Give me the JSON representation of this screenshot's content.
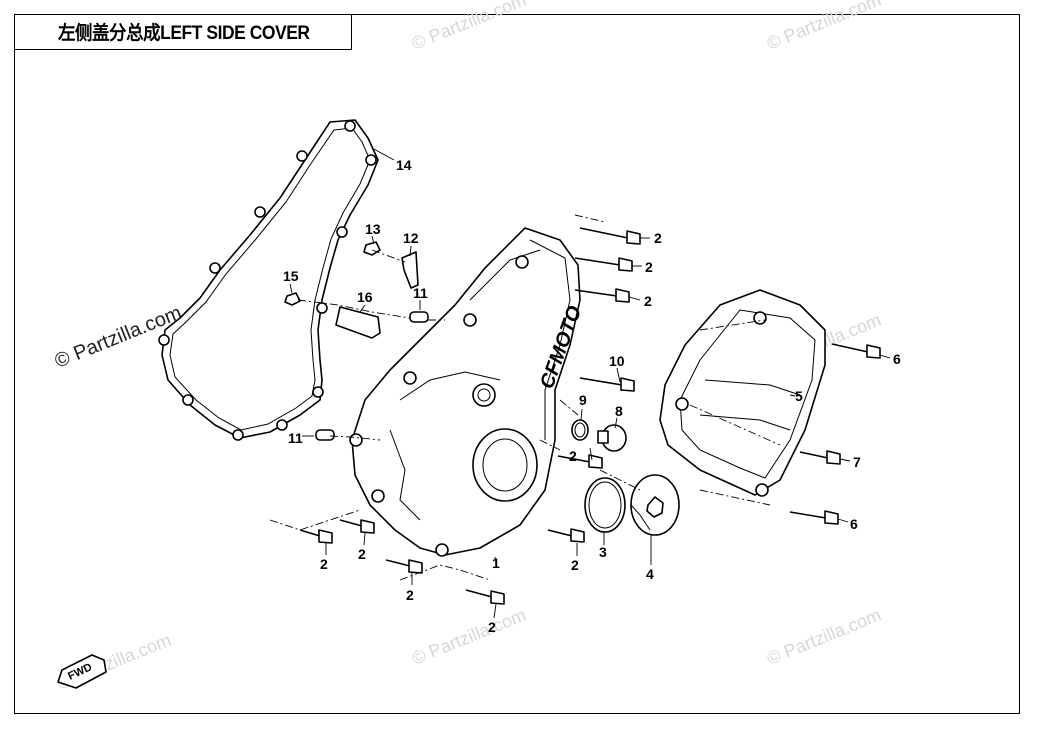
{
  "title": "左侧盖分总成LEFT SIDE COVER",
  "watermark_text": "© Partzilla.com",
  "fwd_label": "FWD",
  "callouts": {
    "c1": "1",
    "c2a": "2",
    "c2b": "2",
    "c2c": "2",
    "c2d": "2",
    "c2e": "2",
    "c2f": "2",
    "c2g": "2",
    "c2h": "2",
    "c2i": "2",
    "c3": "3",
    "c4": "4",
    "c5": "5",
    "c6a": "6",
    "c6b": "6",
    "c7": "7",
    "c8": "8",
    "c9": "9",
    "c10": "10",
    "c11a": "11",
    "c11b": "11",
    "c12": "12",
    "c13": "13",
    "c14": "14",
    "c15": "15",
    "c16": "16"
  },
  "cover_logo": "CFMOTO"
}
